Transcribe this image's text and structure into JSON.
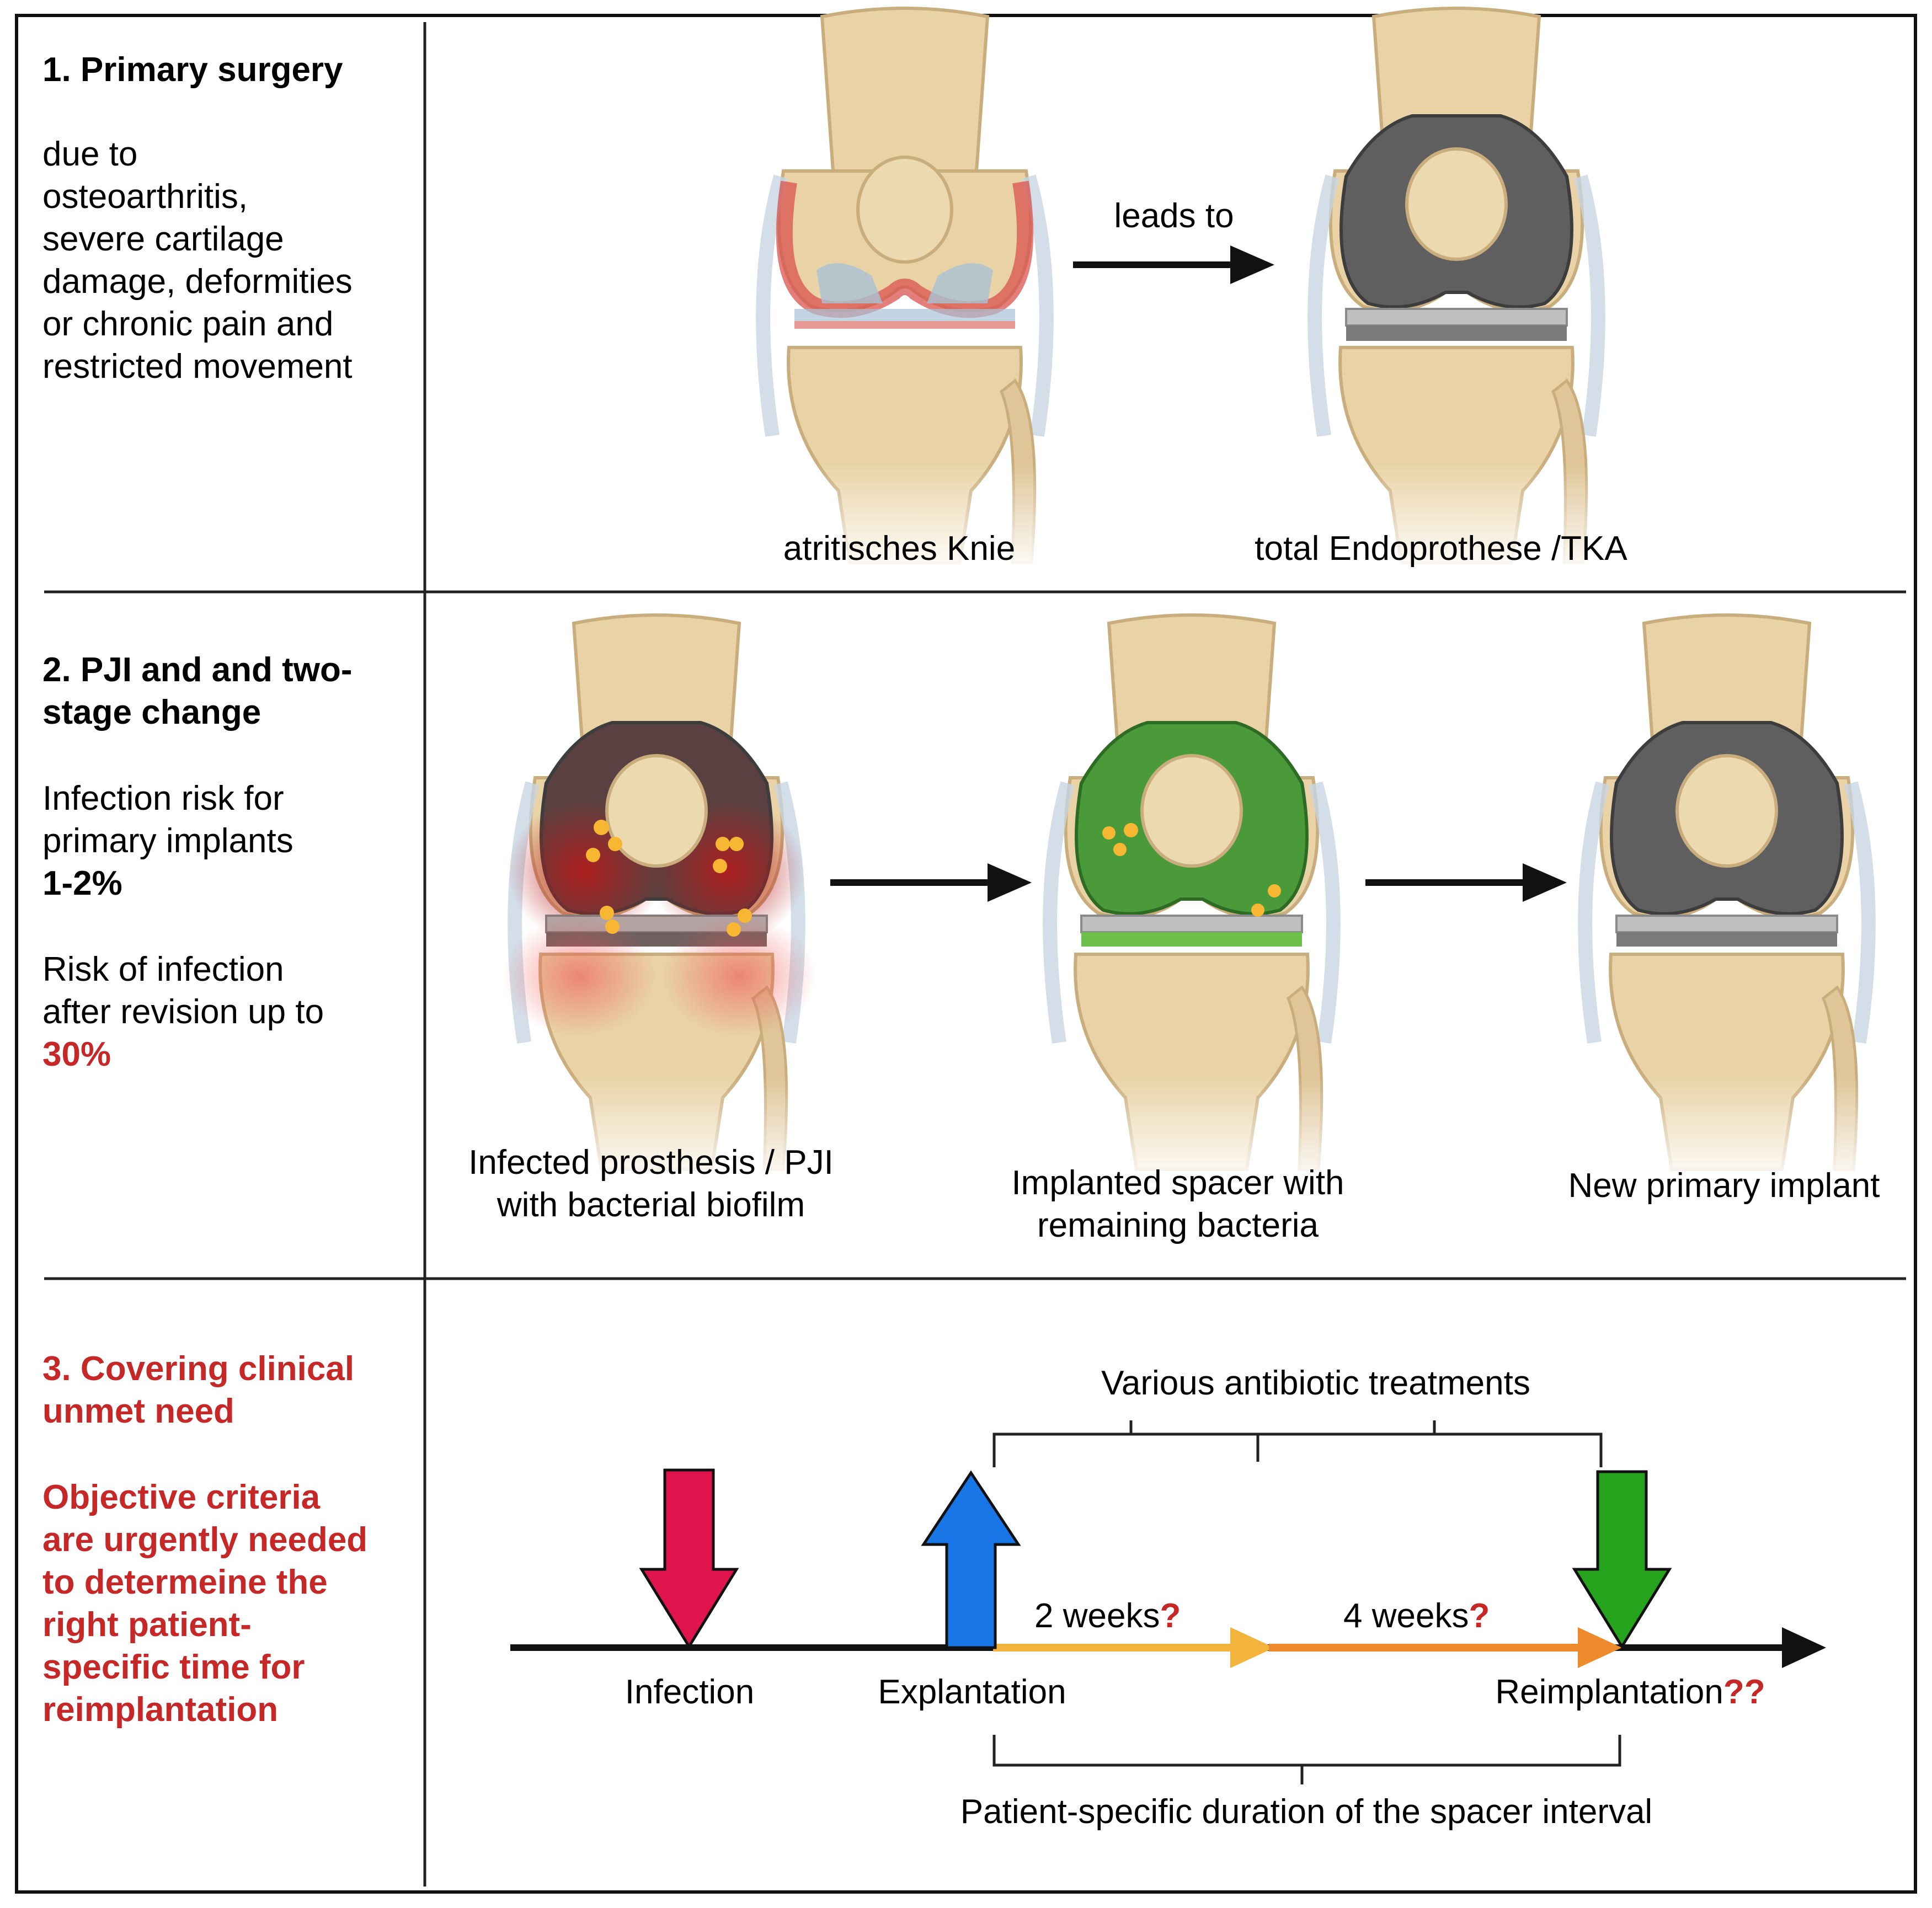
{
  "row1": {
    "heading": "1. Primary surgery",
    "desc": [
      "due to",
      "osteoarthritis,",
      "severe cartilage",
      "damage, deformities",
      "or chronic pain and",
      "restricted movement"
    ],
    "arrow_label": "leads to",
    "caption_left": "atritisches Knie",
    "caption_right": "total Endoprothese /TKA"
  },
  "row2": {
    "heading": [
      "2. PJI and and two-",
      "stage change"
    ],
    "risk1": [
      "Infection risk for",
      "primary implants"
    ],
    "risk1_value": "1-2%",
    "risk2": [
      "Risk of infection",
      "after revision up to"
    ],
    "risk2_value": "30%",
    "caption1": [
      "Infected prosthesis / PJI",
      "with bacterial biofilm"
    ],
    "caption2": [
      "Implanted spacer with",
      "remaining bacteria"
    ],
    "caption3": "New primary implant"
  },
  "row3": {
    "heading": [
      "3. Covering clinical",
      "unmet need"
    ],
    "desc": [
      "Objective criteria",
      "are urgently needed",
      "to determeine the",
      "right patient-",
      "specific time for",
      "reimplantation"
    ],
    "top_bracket_label": "Various antibiotic treatments",
    "bottom_bracket_label": "Patient-specific duration of the spacer interval",
    "events": {
      "infection": "Infection",
      "explantation": "Explantation",
      "reimplantation": "Reimplantation",
      "reimplantation_mark": "??"
    },
    "interval1": "2 weeks",
    "interval1_mark": "?",
    "interval2": "4 weeks",
    "interval2_mark": "?"
  },
  "colors": {
    "accent_red": "#c62828",
    "infection_arrow": "#e0144c",
    "explantation_arrow": "#1976e6",
    "reimplantation_arrow": "#26a31c",
    "interval1_bar": "#f2b43c",
    "interval2_bar": "#ec8a2c",
    "bone": "#e9d3a6",
    "implant_metal": "#707070",
    "spacer_green": "#4a9a3a",
    "infection_glow": "#b71c1c"
  }
}
